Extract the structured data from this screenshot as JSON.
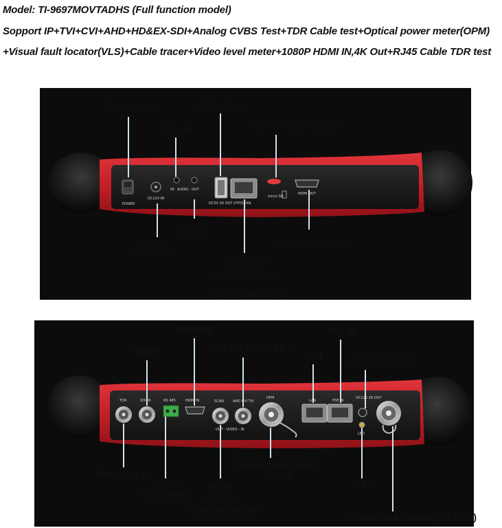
{
  "header": {
    "model": "Model: TI-9697MOVTADHS  (Full function model)",
    "support_line_1": "Sopport IP+TVI+CVI+AHD+HD&EX-SDI+Analog CVBS Test+TDR Cable test+Optical power meter(OPM)",
    "support_line_2": "+Visual fault locator(VLS)+Cable tracer+Video level meter+1080P HDMI IN,4K Out+RJ45 Cable TDR test"
  },
  "top_panel": {
    "callouts": {
      "power_switch": "Power Switch",
      "dc5v_out": "DC5V 2A out",
      "audio_in": "Audio IN",
      "micro_sd": "Micro SD (8G included)",
      "audio_out": "Audio out",
      "dc12v_in": "DC12V IN",
      "hdmi_out": "HDMI Out, 4K(Max)",
      "utp_scan": "UTP/SCAN",
      "cable_tracer_port": "Cable tracer port",
      "utp_cable_test_port": "UTP Cable test port"
    },
    "port_silkscreen": {
      "power": "POWER",
      "dc12v_in": "DC12V IN",
      "audio": "IN · AUDIO · OUT",
      "dc5v": "DC5V 2A OUT",
      "utp_scan": "UTP/SCAN",
      "micro_sd": "micro SD",
      "hdmi_out": "HDMI OUT"
    }
  },
  "bottom_panel": {
    "callouts": {
      "hdmi_in": "HDMI IN",
      "sdi_in": "SDI IN",
      "ahd_tvi_cvi_cvbs_in": "AHD TVI CVI CVBS IN",
      "lan": "LAN",
      "pse_in": "PSE IN",
      "dc12v_2a_out": "DC12V 2A OUT",
      "tdr_cable_test": "TDR Cable tet",
      "rs485_line1": "RS485",
      "rs485_line2": "PTZ Control",
      "scan_line1": "SCAN",
      "scan_line2": "Video out",
      "scan_line3": "Cable tracer port",
      "opm_line1": "Optical power meter",
      "opm_line2": "(OPM)",
      "led": "LED",
      "vfl": "Visual fault locator(VFL/VLS)"
    },
    "port_silkscreen": {
      "tdr": "TDR",
      "sdi_in": "SDI IN",
      "rs485": "RS 485",
      "hdmi_in": "HDMI IN",
      "scan": "SCAN",
      "ahd_cvi_tvi": "AHD CVI TVI",
      "out_video_in": "OUT - VIDEO - IN",
      "opm": "OPM",
      "lan": "LAN",
      "pse_in": "PSE IN",
      "dc12v_out": "DC12V 2A OUT",
      "led": "LED"
    }
  },
  "colors": {
    "body_red": "#c41f26",
    "body_dark": "#1c1c1c",
    "bumper": "#161616",
    "backdrop": "#0c0c0c",
    "callout_line": "#cfe3f1"
  }
}
